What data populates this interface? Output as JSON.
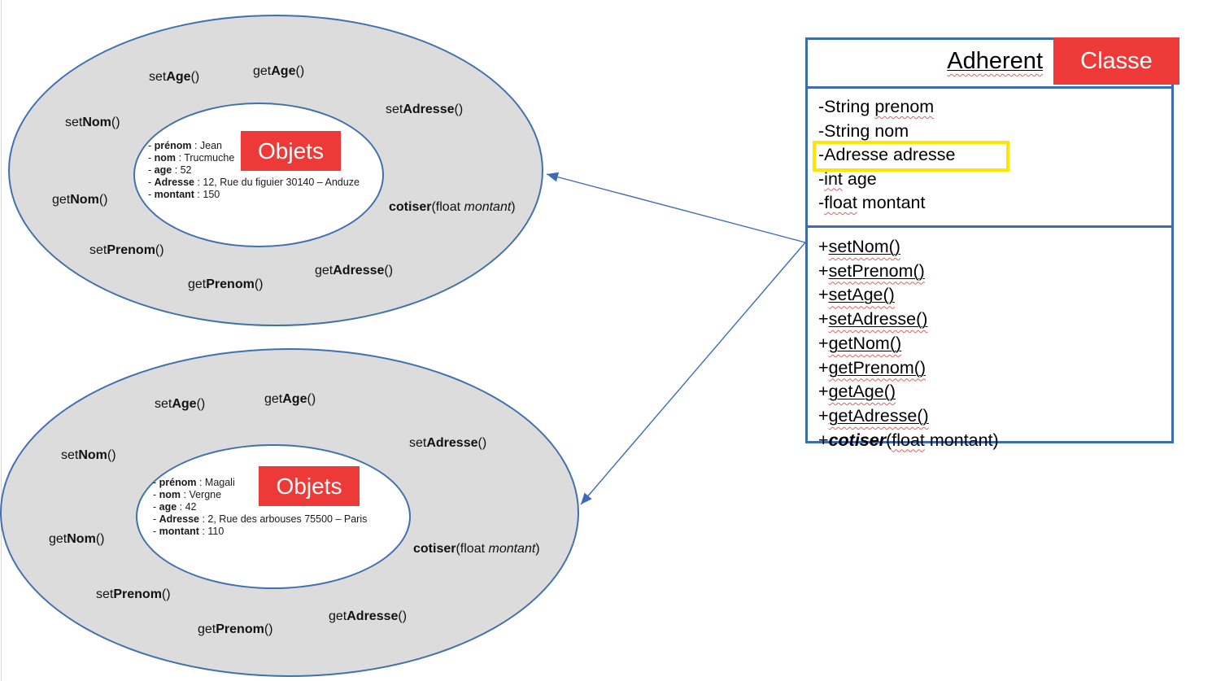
{
  "palette": {
    "red": "#ee3939",
    "box_border_blue": "#3e6cb2",
    "ellipse_border_blue": "#4170ae",
    "ellipse_fill_gray": "#dcdcdc",
    "highlight_yellow": "#ffe600",
    "spellcheck_wavy_red": "#e06060"
  },
  "class_box": {
    "title": "Adherent",
    "badge": "Classe",
    "attributes": [
      {
        "segments": [
          {
            "t": "-String "
          },
          {
            "t": "prenom",
            "w": true
          }
        ],
        "highlighted": false
      },
      {
        "segments": [
          {
            "t": "-String nom"
          }
        ],
        "highlighted": false
      },
      {
        "segments": [
          {
            "t": "-Adresse adresse"
          }
        ],
        "highlighted": true
      },
      {
        "segments": [
          {
            "t": "-"
          },
          {
            "t": "int",
            "w": true
          },
          {
            "t": " age"
          }
        ],
        "highlighted": false
      },
      {
        "segments": [
          {
            "t": "-"
          },
          {
            "t": "float",
            "w": true
          },
          {
            "t": " montant"
          }
        ],
        "highlighted": false
      }
    ],
    "methods": [
      {
        "segments": [
          {
            "t": "+"
          },
          {
            "t": "setNom()",
            "u": true,
            "w": true
          }
        ]
      },
      {
        "segments": [
          {
            "t": "+"
          },
          {
            "t": "setPrenom()",
            "u": true,
            "w": true
          }
        ]
      },
      {
        "segments": [
          {
            "t": "+"
          },
          {
            "t": "setAge()",
            "u": true,
            "w": true
          }
        ]
      },
      {
        "segments": [
          {
            "t": "+"
          },
          {
            "t": "setAdresse()",
            "u": true,
            "w": true
          }
        ]
      },
      {
        "segments": [
          {
            "t": "+"
          },
          {
            "t": "getNom()",
            "u": true,
            "w": true
          }
        ]
      },
      {
        "segments": [
          {
            "t": "+"
          },
          {
            "t": "getPrenom()",
            "u": true,
            "w": true
          }
        ]
      },
      {
        "segments": [
          {
            "t": "+"
          },
          {
            "t": "getAge()",
            "u": true,
            "w": true
          }
        ]
      },
      {
        "segments": [
          {
            "t": "+"
          },
          {
            "t": "getAdresse()",
            "u": true,
            "w": true
          }
        ]
      },
      {
        "segments": [
          {
            "t": "+"
          },
          {
            "t": "cotiser",
            "bi": true
          },
          {
            "t": "("
          },
          {
            "t": "float",
            "w": true
          },
          {
            "t": " montant)"
          }
        ]
      }
    ]
  },
  "objects": [
    {
      "label": "Objets",
      "fields": [
        {
          "name": "prénom",
          "value": "Jean"
        },
        {
          "name": "nom",
          "value": "Trucmuche"
        },
        {
          "name": "age",
          "value": "52"
        },
        {
          "name": "Adresse",
          "value": " 12, Rue du figuier 30140 – Anduze"
        },
        {
          "name": "montant",
          "value": "150"
        }
      ],
      "method_labels": [
        {
          "id": "setAge",
          "segments": [
            {
              "t": "set"
            },
            {
              "t": "Age",
              "b": true
            },
            {
              "t": "()"
            }
          ]
        },
        {
          "id": "getAge",
          "segments": [
            {
              "t": "get"
            },
            {
              "t": "Age",
              "b": true
            },
            {
              "t": "()"
            }
          ]
        },
        {
          "id": "setNom",
          "segments": [
            {
              "t": "set"
            },
            {
              "t": "Nom",
              "b": true
            },
            {
              "t": "()"
            }
          ]
        },
        {
          "id": "setAdresse",
          "segments": [
            {
              "t": "set"
            },
            {
              "t": "Adresse",
              "b": true
            },
            {
              "t": "()"
            }
          ]
        },
        {
          "id": "getNom",
          "segments": [
            {
              "t": "get"
            },
            {
              "t": "Nom",
              "b": true
            },
            {
              "t": "()"
            }
          ]
        },
        {
          "id": "cotiser",
          "segments": [
            {
              "t": "cotiser",
              "b": true
            },
            {
              "t": "(float "
            },
            {
              "t": "montant",
              "i": true
            },
            {
              "t": ")"
            }
          ]
        },
        {
          "id": "setPrenom",
          "segments": [
            {
              "t": "set"
            },
            {
              "t": "Prenom",
              "b": true
            },
            {
              "t": "()"
            }
          ]
        },
        {
          "id": "getPrenom",
          "segments": [
            {
              "t": "get"
            },
            {
              "t": "Prenom",
              "b": true
            },
            {
              "t": "()"
            }
          ]
        },
        {
          "id": "getAdresse",
          "segments": [
            {
              "t": "get"
            },
            {
              "t": "Adresse",
              "b": true
            },
            {
              "t": "()"
            }
          ]
        }
      ]
    },
    {
      "label": "Objets",
      "fields": [
        {
          "name": "prénom",
          "value": "Magali"
        },
        {
          "name": "nom",
          "value": "Vergne"
        },
        {
          "name": "age",
          "value": "42"
        },
        {
          "name": "Adresse",
          "value": " 2, Rue des arbouses 75500 – Paris"
        },
        {
          "name": "montant",
          "value": "110"
        }
      ],
      "method_labels": [
        {
          "id": "setAge",
          "segments": [
            {
              "t": "set"
            },
            {
              "t": "Age",
              "b": true
            },
            {
              "t": "()"
            }
          ]
        },
        {
          "id": "getAge",
          "segments": [
            {
              "t": "get"
            },
            {
              "t": "Age",
              "b": true
            },
            {
              "t": "()"
            }
          ]
        },
        {
          "id": "setNom",
          "segments": [
            {
              "t": "set"
            },
            {
              "t": "Nom",
              "b": true
            },
            {
              "t": "()"
            }
          ]
        },
        {
          "id": "setAdresse",
          "segments": [
            {
              "t": "set"
            },
            {
              "t": "Adresse",
              "b": true
            },
            {
              "t": "()"
            }
          ]
        },
        {
          "id": "getNom",
          "segments": [
            {
              "t": "get"
            },
            {
              "t": "Nom",
              "b": true
            },
            {
              "t": "()"
            }
          ]
        },
        {
          "id": "cotiser",
          "segments": [
            {
              "t": "cotiser",
              "b": true
            },
            {
              "t": "(float "
            },
            {
              "t": "montant",
              "i": true
            },
            {
              "t": ")"
            }
          ]
        },
        {
          "id": "setPrenom",
          "segments": [
            {
              "t": "set"
            },
            {
              "t": "Prenom",
              "b": true
            },
            {
              "t": "()"
            }
          ]
        },
        {
          "id": "getPrenom",
          "segments": [
            {
              "t": "get"
            },
            {
              "t": "Prenom",
              "b": true
            },
            {
              "t": "()"
            }
          ]
        },
        {
          "id": "getAdresse",
          "segments": [
            {
              "t": "get"
            },
            {
              "t": "Adresse",
              "b": true
            },
            {
              "t": "()"
            }
          ]
        }
      ]
    }
  ]
}
